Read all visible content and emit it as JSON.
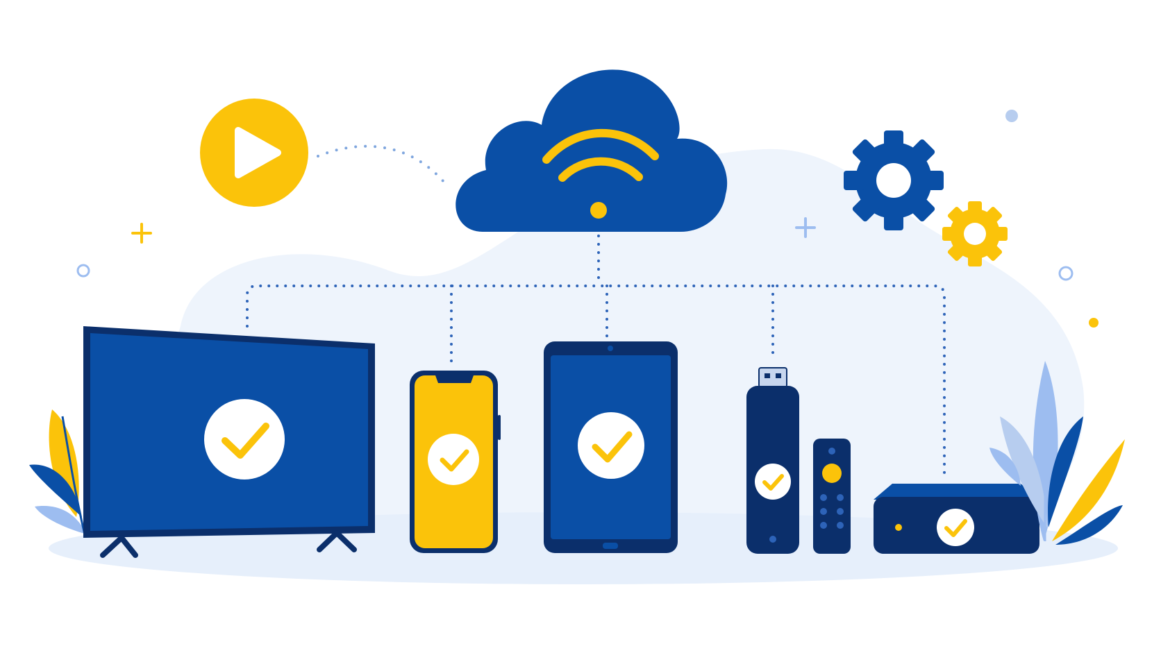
{
  "scene": {
    "description_visible_text": [],
    "colors": {
      "primary_blue": "#0A4FA6",
      "dark_navy": "#0B2F6B",
      "accent_yellow": "#FBC30A",
      "light_blue_bg": "#EEF4FC",
      "leaf_light": "#9DBDF0",
      "dot_blue": "#2D63B8"
    },
    "icons": [
      "play-icon",
      "cloud-icon",
      "wifi-icon",
      "gear-icon",
      "small-gear-icon",
      "tv-icon",
      "smartphone-icon",
      "tablet-icon",
      "usb-streaming-stick-icon",
      "remote-control-icon",
      "set-top-box-icon",
      "checkmark-icon",
      "leaf-icon",
      "plus-sparkle-icon"
    ],
    "devices": [
      {
        "id": "tv",
        "icon": "tv-icon",
        "status": "connected"
      },
      {
        "id": "phone",
        "icon": "smartphone-icon",
        "status": "connected"
      },
      {
        "id": "tablet",
        "icon": "tablet-icon",
        "status": "connected"
      },
      {
        "id": "stick",
        "icon": "usb-streaming-stick-icon",
        "status": "connected"
      },
      {
        "id": "remote",
        "icon": "remote-control-icon",
        "status": "none"
      },
      {
        "id": "box",
        "icon": "set-top-box-icon",
        "status": "connected"
      }
    ]
  }
}
